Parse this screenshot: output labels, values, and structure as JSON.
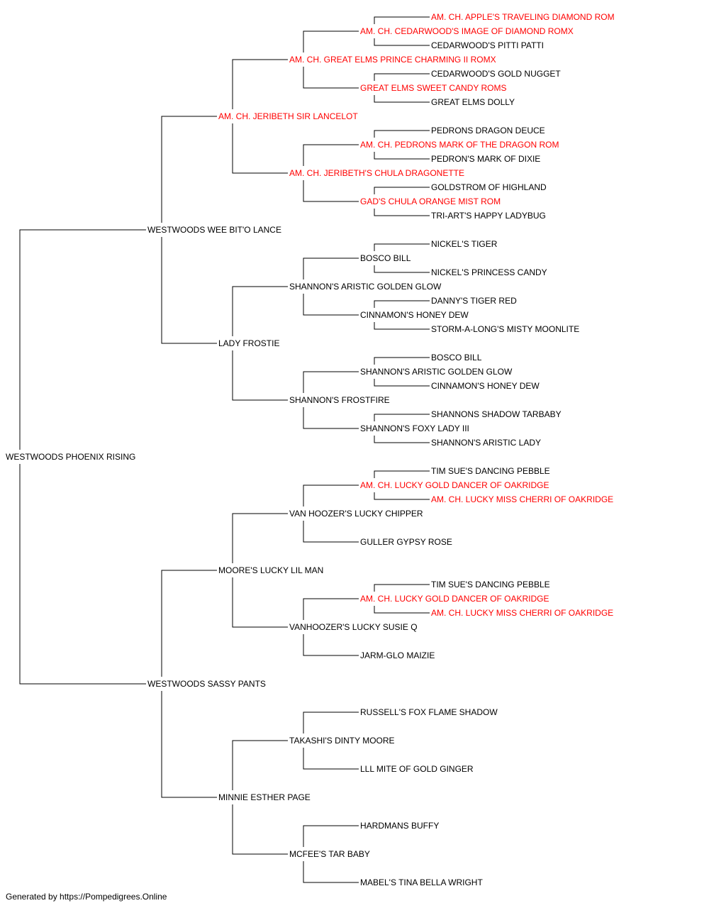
{
  "colors": {
    "champion": "#ff0000",
    "normal": "#000000",
    "line": "#000000"
  },
  "pedigree": {
    "name": "WESTWOODS PHOENIX RISING",
    "red": false,
    "sire": {
      "name": "WESTWOODS WEE BIT'O LANCE",
      "red": false,
      "sire": {
        "name": "AM. CH. JERIBETH SIR LANCELOT",
        "red": true,
        "sire": {
          "name": "AM. CH. GREAT ELMS PRINCE CHARMING II ROMX",
          "red": true,
          "sire": {
            "name": "AM. CH. CEDARWOOD'S IMAGE OF DIAMOND ROMX",
            "red": true,
            "sire": {
              "name": "AM. CH. APPLE'S TRAVELING DIAMOND ROM",
              "red": true
            },
            "dam": {
              "name": "CEDARWOOD'S PITTI PATTI",
              "red": false
            }
          },
          "dam": {
            "name": "GREAT ELMS SWEET CANDY ROMS",
            "red": true,
            "sire": {
              "name": "CEDARWOOD'S GOLD NUGGET",
              "red": false
            },
            "dam": {
              "name": "GREAT ELMS DOLLY",
              "red": false
            }
          }
        },
        "dam": {
          "name": "AM. CH. JERIBETH'S CHULA DRAGONETTE",
          "red": true,
          "sire": {
            "name": "AM. CH. PEDRONS MARK OF THE DRAGON ROM",
            "red": true,
            "sire": {
              "name": "PEDRONS DRAGON DEUCE",
              "red": false
            },
            "dam": {
              "name": "PEDRON'S MARK OF DIXIE",
              "red": false
            }
          },
          "dam": {
            "name": "GAD'S CHULA ORANGE MIST ROM",
            "red": true,
            "sire": {
              "name": "GOLDSTROM OF HIGHLAND",
              "red": false
            },
            "dam": {
              "name": "TRI-ART'S HAPPY LADYBUG",
              "red": false
            }
          }
        }
      },
      "dam": {
        "name": "LADY FROSTIE",
        "red": false,
        "sire": {
          "name": "SHANNON'S ARISTIC GOLDEN GLOW",
          "red": false,
          "sire": {
            "name": "BOSCO BILL",
            "red": false,
            "sire": {
              "name": "NICKEL'S TIGER",
              "red": false
            },
            "dam": {
              "name": "NICKEL'S PRINCESS CANDY",
              "red": false
            }
          },
          "dam": {
            "name": "CINNAMON'S HONEY DEW",
            "red": false,
            "sire": {
              "name": "DANNY'S TIGER RED",
              "red": false
            },
            "dam": {
              "name": "STORM-A-LONG'S MISTY MOONLITE",
              "red": false
            }
          }
        },
        "dam": {
          "name": "SHANNON'S FROSTFIRE",
          "red": false,
          "sire": {
            "name": "SHANNON'S ARISTIC GOLDEN GLOW",
            "red": false,
            "sire": {
              "name": "BOSCO BILL",
              "red": false
            },
            "dam": {
              "name": "CINNAMON'S HONEY DEW",
              "red": false
            }
          },
          "dam": {
            "name": "SHANNON'S FOXY LADY III",
            "red": false,
            "sire": {
              "name": "SHANNONS SHADOW TARBABY",
              "red": false
            },
            "dam": {
              "name": "SHANNON'S ARISTIC LADY",
              "red": false
            }
          }
        }
      }
    },
    "dam": {
      "name": "WESTWOODS SASSY PANTS",
      "red": false,
      "sire": {
        "name": "MOORE'S LUCKY LIL MAN",
        "red": false,
        "sire": {
          "name": "VAN HOOZER'S LUCKY CHIPPER",
          "red": false,
          "sire": {
            "name": "AM. CH. LUCKY GOLD DANCER OF OAKRIDGE",
            "red": true,
            "sire": {
              "name": "TIM SUE'S DANCING PEBBLE",
              "red": false
            },
            "dam": {
              "name": "AM. CH. LUCKY MISS CHERRI OF OAKRIDGE",
              "red": true
            }
          },
          "dam": {
            "name": "GULLER GYPSY ROSE",
            "red": false
          }
        },
        "dam": {
          "name": "VANHOOZER'S LUCKY SUSIE Q",
          "red": false,
          "sire": {
            "name": "AM. CH. LUCKY GOLD DANCER OF OAKRIDGE",
            "red": true,
            "sire": {
              "name": "TIM SUE'S DANCING PEBBLE",
              "red": false
            },
            "dam": {
              "name": "AM. CH. LUCKY MISS CHERRI OF OAKRIDGE",
              "red": true
            }
          },
          "dam": {
            "name": "JARM-GLO MAIZIE",
            "red": false
          }
        }
      },
      "dam": {
        "name": "MINNIE ESTHER PAGE",
        "red": false,
        "sire": {
          "name": "TAKASHI'S DINTY MOORE",
          "red": false,
          "sire": {
            "name": "RUSSELL'S FOX FLAME SHADOW",
            "red": false
          },
          "dam": {
            "name": "LLL MITE OF GOLD GINGER",
            "red": false
          }
        },
        "dam": {
          "name": "MCFEE'S TAR BABY",
          "red": false,
          "sire": {
            "name": "HARDMANS BUFFY",
            "red": false
          },
          "dam": {
            "name": "MABEL'S TINA BELLA WRIGHT",
            "red": false
          }
        }
      }
    }
  },
  "footer": "Generated by https://Pompedigrees.Online"
}
